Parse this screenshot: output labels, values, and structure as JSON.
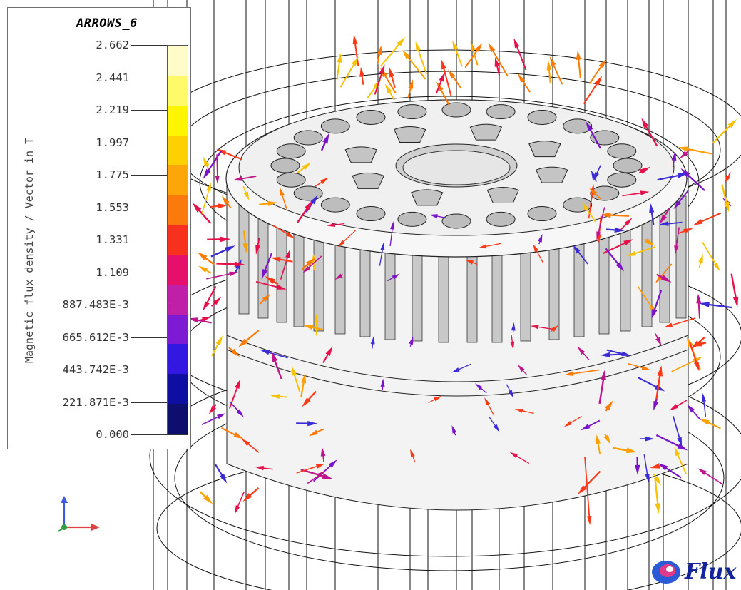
{
  "legend": {
    "title": "ARROWS_6",
    "vertical_label": "Magnetic flux density / Vector in T",
    "ticks": [
      "0.000",
      "221.871E-3",
      "443.742E-3",
      "665.612E-3",
      "887.483E-3",
      "1.109",
      "1.331",
      "1.553",
      "1.775",
      "1.997",
      "2.219",
      "2.441",
      "2.662"
    ],
    "colors": [
      "#0e0e6e",
      "#0e0ea2",
      "#3218e0",
      "#7d1bd4",
      "#c01fa8",
      "#e6106a",
      "#f8301e",
      "#fb7a0c",
      "#fca60a",
      "#fdd002",
      "#fef600",
      "#fffa6a",
      "#fffcca"
    ]
  },
  "logo": {
    "text": "Flux",
    "color": "#14249c"
  },
  "scene": {
    "description_icon": "motor-stator-rotor-3d-icon",
    "arrow_colors": [
      "#f8c200",
      "#ffa000",
      "#ff7a00",
      "#ff3818",
      "#e8104a",
      "#c0148c",
      "#7a14c8",
      "#3c2cd8"
    ]
  },
  "axis_triad": {
    "x_color": "#e04040",
    "y_color": "#30a040",
    "z_color": "#3a5ae0"
  }
}
